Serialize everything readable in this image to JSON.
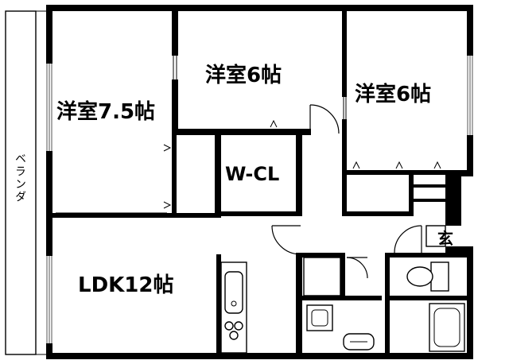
{
  "floor_plan": {
    "rooms": {
      "western_room_1": "洋室7.5帖",
      "western_room_2": "洋室6帖",
      "western_room_3": "洋室6帖",
      "walk_in_closet": "W-CL",
      "ldk": "LDK12帖",
      "entrance": "玄",
      "veranda": "ベランダ"
    }
  }
}
